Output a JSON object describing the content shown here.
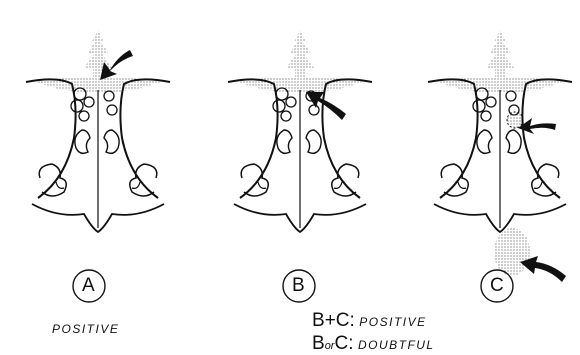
{
  "panels": [
    {
      "id": "A",
      "label": "A"
    },
    {
      "id": "B",
      "label": "B"
    },
    {
      "id": "C",
      "label": "C"
    }
  ],
  "captions": {
    "a": "POSITIVE",
    "bc_positive": {
      "b": "B",
      "plus": "+",
      "c": "C",
      "colon": ":",
      "text": "POSITIVE"
    },
    "bc_doubtful": {
      "b": "B",
      "or": "or",
      "c": "C",
      "colon": ":",
      "text": "DOUBTFUL"
    }
  },
  "colors": {
    "ink": "#111111",
    "stipple": "#555555",
    "background": "#ffffff"
  },
  "icons": [
    "arrow-icon",
    "stippled-area",
    "circle-label"
  ]
}
